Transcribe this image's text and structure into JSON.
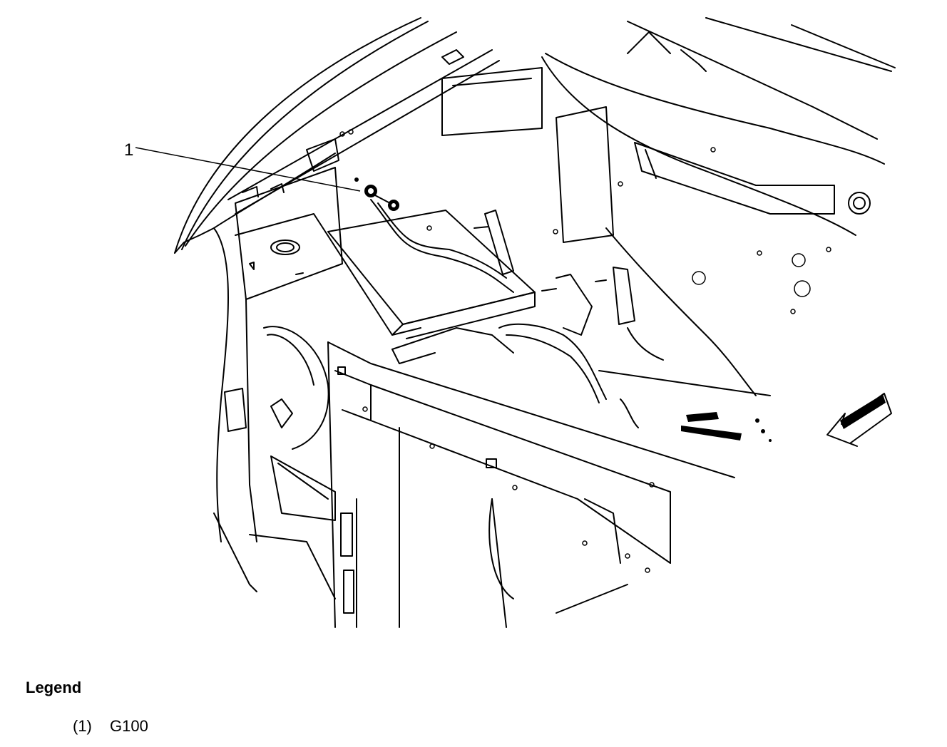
{
  "callouts": [
    {
      "number": "1"
    }
  ],
  "legend": {
    "title": "Legend",
    "items": [
      {
        "number": "(1)",
        "label": "G100"
      }
    ]
  },
  "view_arrow": {
    "icon": "front-direction-arrow-icon"
  }
}
